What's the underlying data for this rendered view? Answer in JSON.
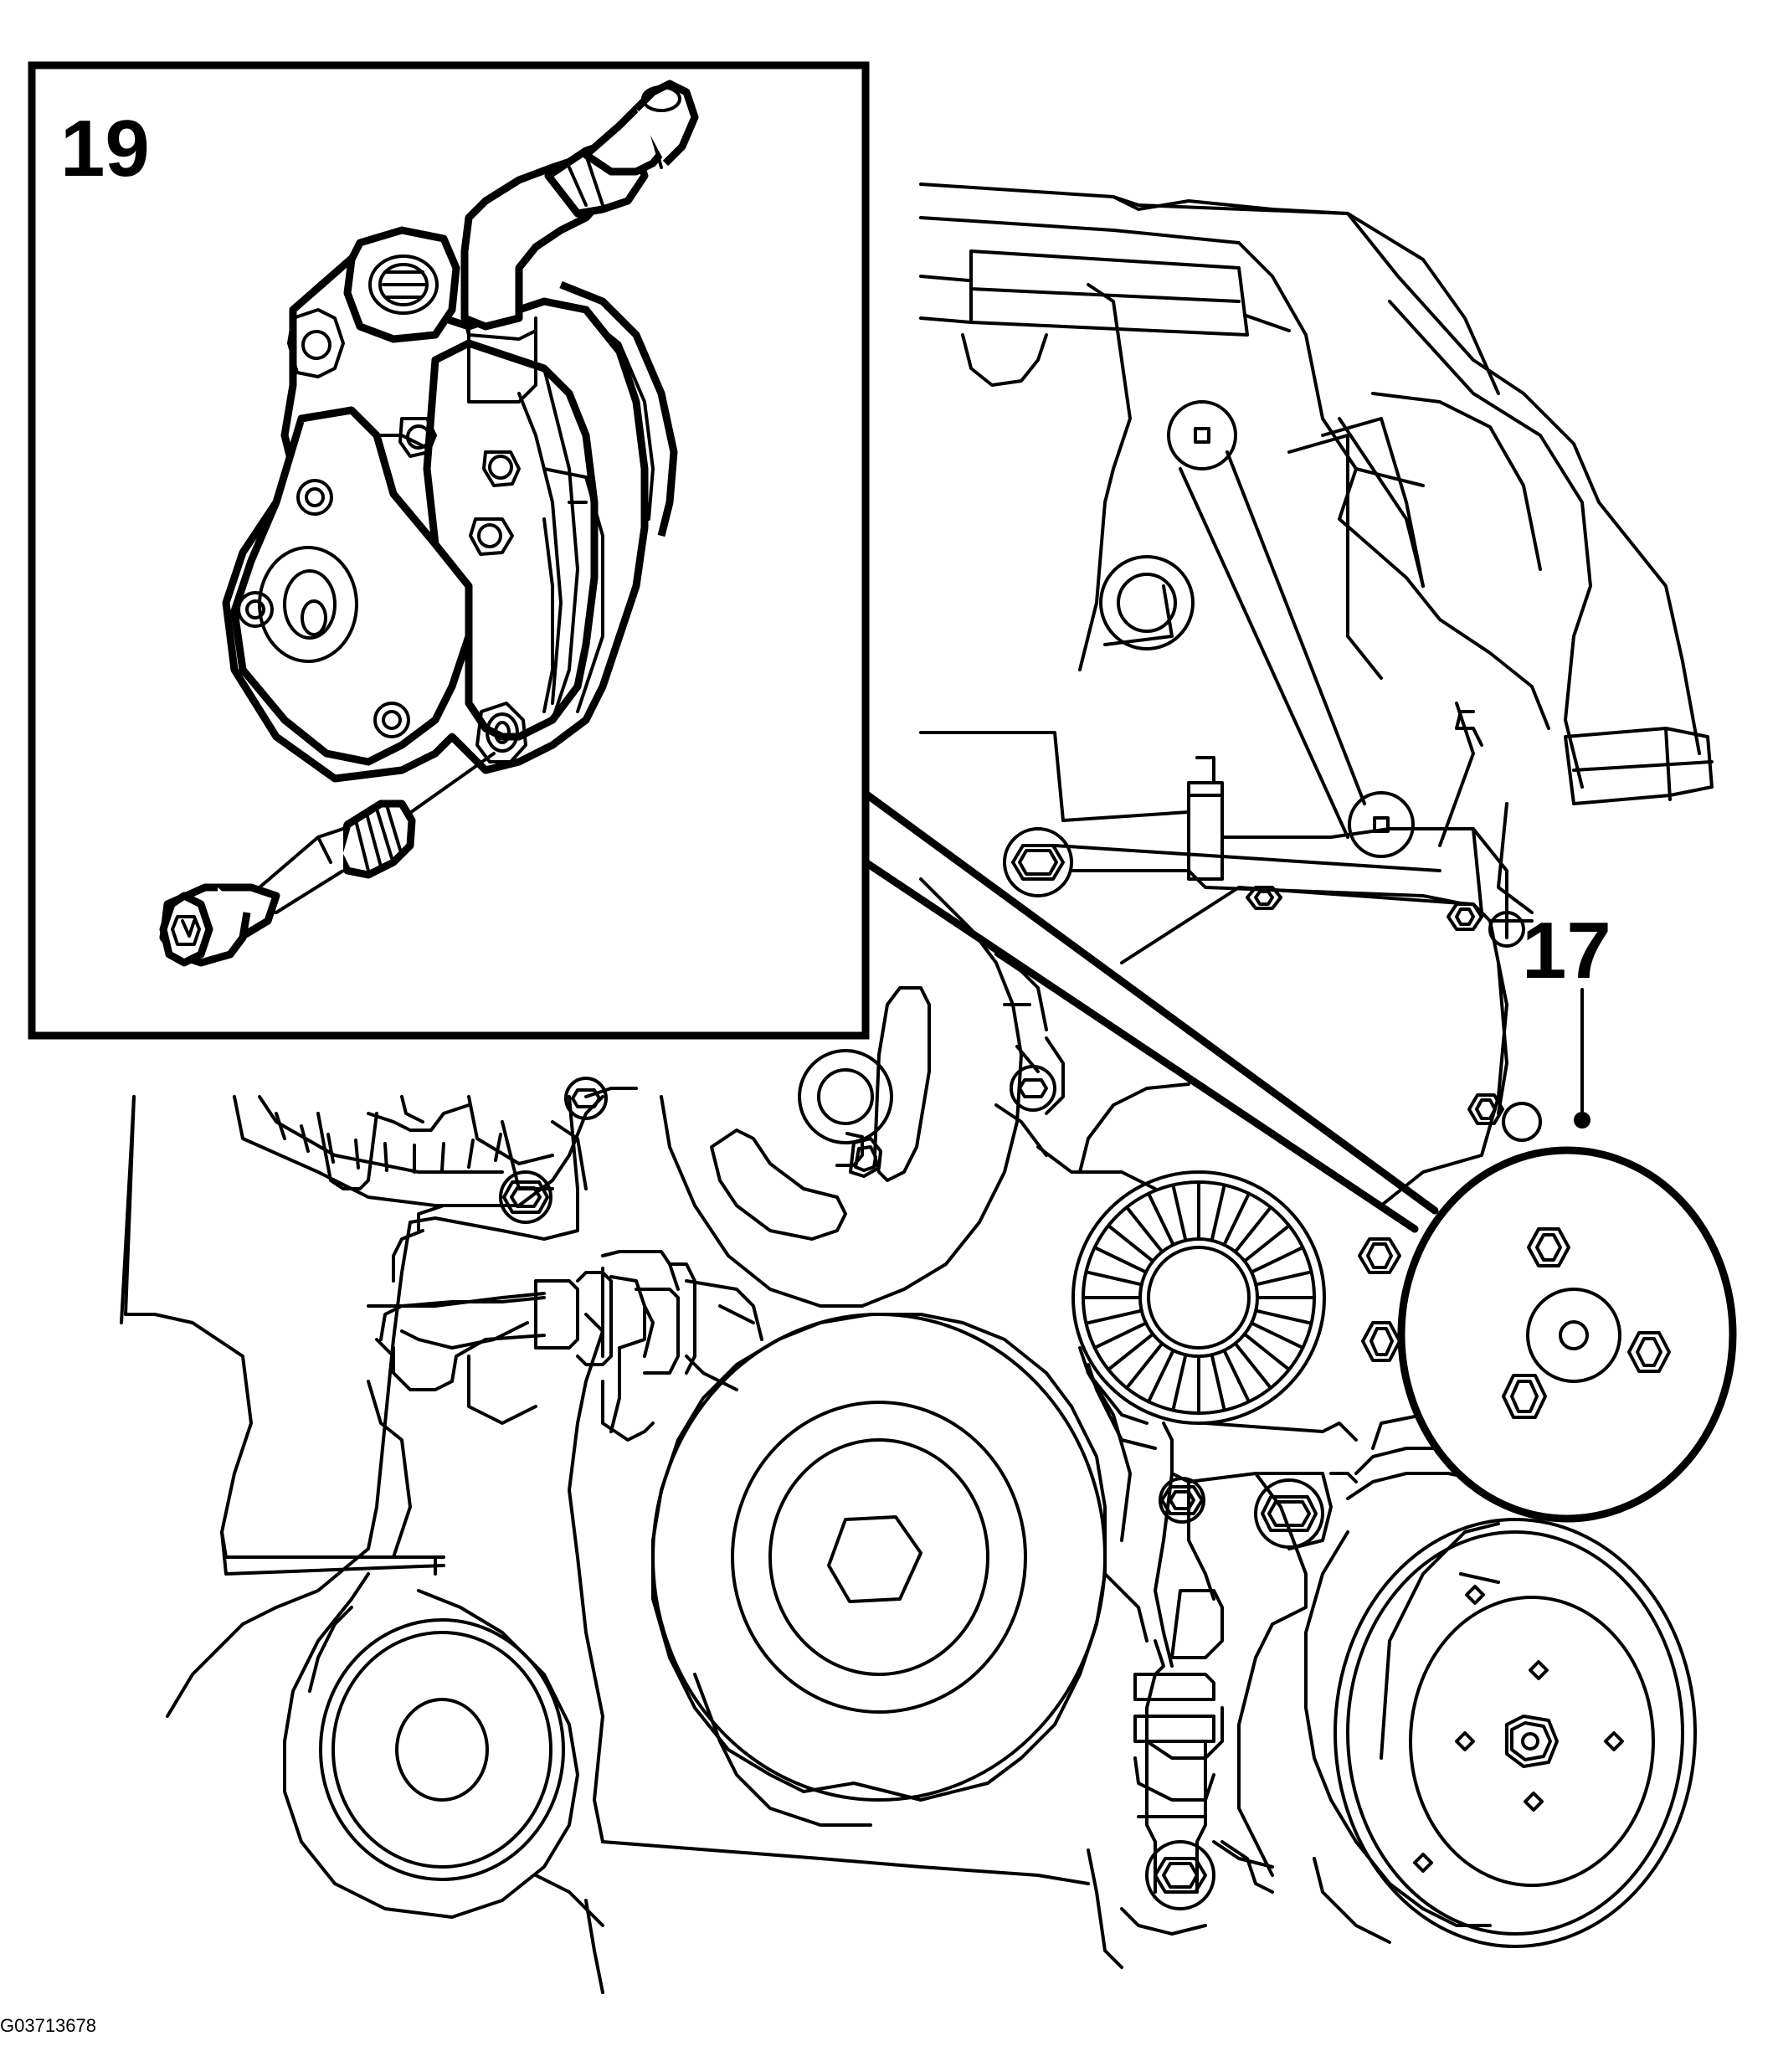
{
  "diagram": {
    "callouts": {
      "inset_label": "19",
      "pulley_label": "17"
    },
    "figure_id": "G03713678"
  }
}
